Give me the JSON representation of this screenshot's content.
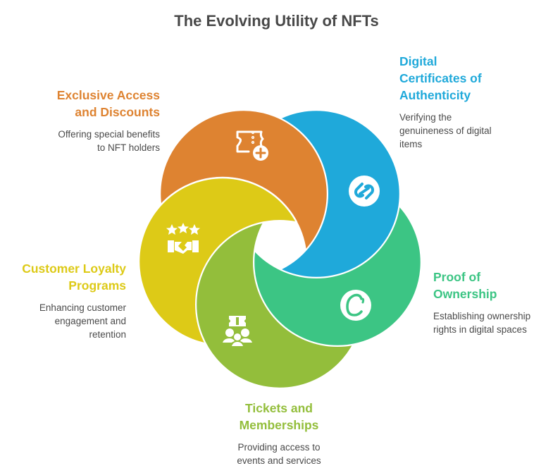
{
  "title": "The Evolving Utility of NFTs",
  "segments": [
    {
      "key": "exclusive",
      "heading_lines": [
        "Exclusive Access",
        "and Discounts"
      ],
      "description_lines": [
        "Offering special benefits",
        "to NFT holders"
      ],
      "color": "#DE8331",
      "icon": "ticket-plus-icon"
    },
    {
      "key": "certificates",
      "heading_lines": [
        "Digital",
        "Certificates of",
        "Authenticity"
      ],
      "description_lines": [
        "Verifying the",
        "genuineness of digital",
        "items"
      ],
      "color": "#1FA9DA",
      "icon": "link-icon"
    },
    {
      "key": "ownership",
      "heading_lines": [
        "Proof of",
        "Ownership"
      ],
      "description_lines": [
        "Establishing ownership",
        "rights in digital spaces"
      ],
      "color": "#3CC584",
      "icon": "copyright-c-icon"
    },
    {
      "key": "tickets",
      "heading_lines": [
        "Tickets and",
        "Memberships"
      ],
      "description_lines": [
        "Providing access to",
        "events and services"
      ],
      "color": "#93BE3B",
      "icon": "ticket-group-icon"
    },
    {
      "key": "loyalty",
      "heading_lines": [
        "Customer Loyalty",
        "Programs"
      ],
      "description_lines": [
        "Enhancing customer",
        "engagement and",
        "retention"
      ],
      "color": "#DDCA17",
      "icon": "stars-handshake-icon"
    }
  ]
}
